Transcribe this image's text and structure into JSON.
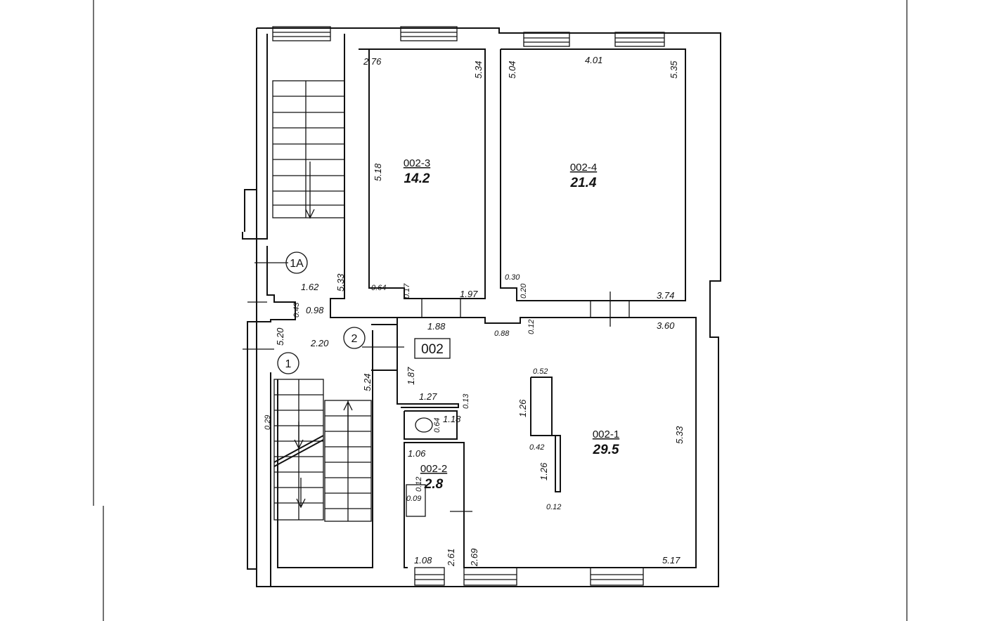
{
  "plan_tag": "002",
  "markers": [
    "1A",
    "2",
    "1"
  ],
  "rooms": [
    {
      "id": "002-3",
      "area": "14.2"
    },
    {
      "id": "002-4",
      "area": "21.4"
    },
    {
      "id": "002-1",
      "area": "29.5"
    },
    {
      "id": "002-2",
      "area": "2.8"
    }
  ],
  "dims": [
    "2.76",
    "5.34",
    "5.04",
    "4.01",
    "5.35",
    "5.18",
    "5.33",
    "1.62",
    "0.64",
    "0.17",
    "1.97",
    "0.30",
    "0.20",
    "3.74",
    "0.43",
    "0.98",
    "5.20",
    "2.20",
    "1.88",
    "0.88",
    "0.12",
    "3.60",
    "5.24",
    "1.87",
    "1.27",
    "0.13",
    "1.18",
    "0.64",
    "0.52",
    "1.26",
    "0.42",
    "1.26",
    "0.12",
    "5.33",
    "1.06",
    "0.12",
    "0.09",
    "1.08",
    "2.61",
    "2.69",
    "5.17",
    "0.29"
  ]
}
